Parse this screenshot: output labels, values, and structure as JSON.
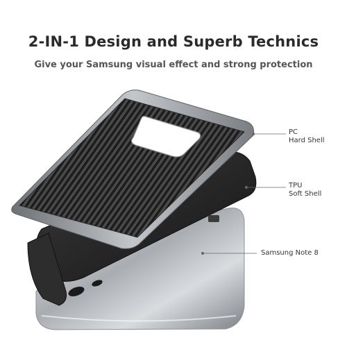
{
  "header": {
    "title": "2-IN-1 Design and Superb Technics",
    "subtitle": "Give your Samsung visual effect and strong protection"
  },
  "callouts": {
    "pc": {
      "line1": "PC",
      "line2": "Hard Shell"
    },
    "tpu": {
      "line1": "TPU",
      "line2": "Soft Shell"
    },
    "phone": {
      "line1": "Samsung Note 8"
    }
  },
  "colors": {
    "carbon_dark": "#1c1c1c",
    "carbon_light": "#4a4a4a",
    "frame_silver": "#9a9ea3",
    "tpu_black": "#262626",
    "phone_silver": "#c9cdd1",
    "leader_line": "#666666"
  }
}
